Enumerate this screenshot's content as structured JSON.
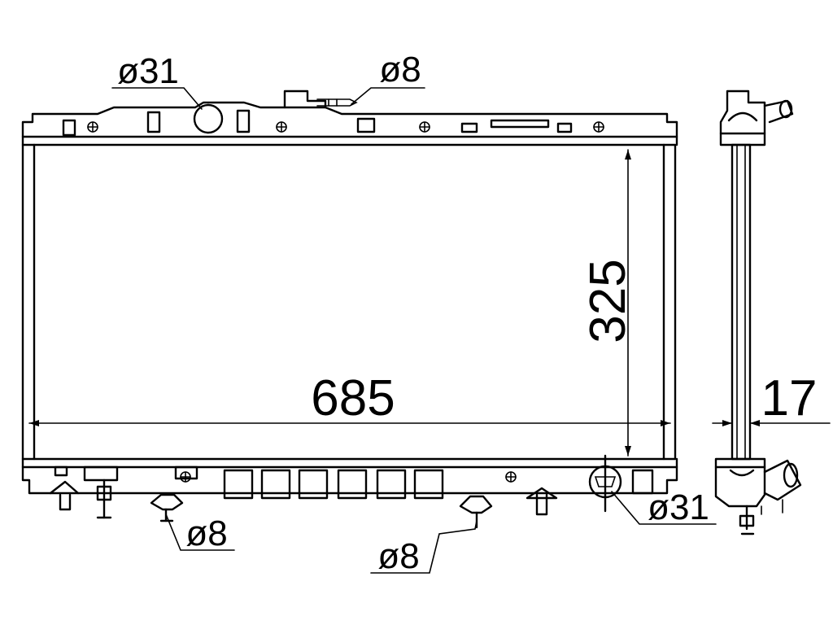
{
  "diagram": {
    "labels": {
      "width_dim": "685",
      "height_dim": "325",
      "depth_dim": "17",
      "inlet_top": "ø31",
      "outlet_bottom": "ø31",
      "sensor_top": "ø8",
      "drain_left": "ø8",
      "drain_mid": "ø8"
    }
  }
}
